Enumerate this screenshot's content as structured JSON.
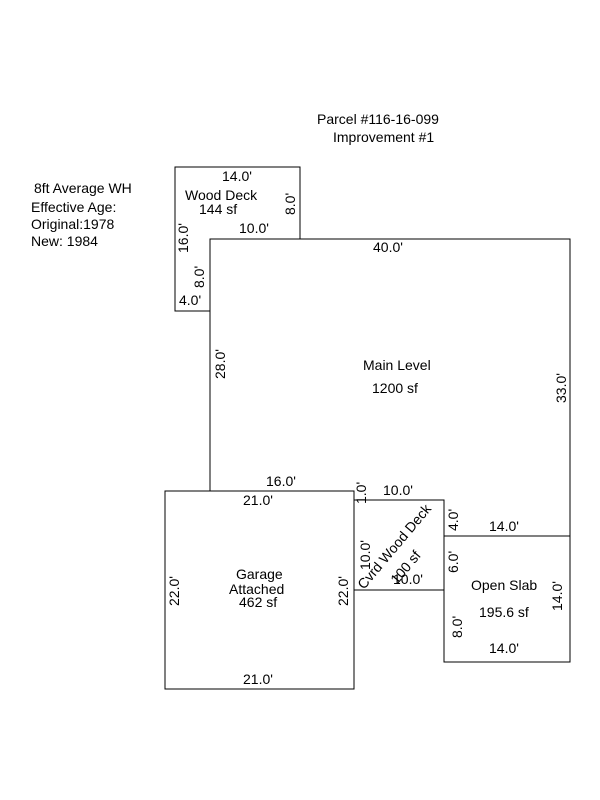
{
  "header": {
    "parcel": "Parcel #116-16-099",
    "improvement": "Improvement #1"
  },
  "notes": {
    "wall_height": "8ft Average WH",
    "effective_age": "Effective Age:",
    "original": "Original:1978",
    "new": "New: 1984"
  },
  "wood_deck": {
    "name": "Wood Deck",
    "area": "144 sf",
    "dim_top": "14.0'",
    "dim_right": "8.0'",
    "dim_right_bottom": "10.0'",
    "dim_left": "16.0'",
    "dim_inner": "8.0'",
    "dim_bottom": "4.0'"
  },
  "main_level": {
    "name": "Main Level",
    "area": "1200 sf",
    "dim_top": "40.0'",
    "dim_left": "28.0'",
    "dim_right": "33.0'",
    "dim_bottom": "16.0'"
  },
  "garage": {
    "name_line1": "Garage",
    "name_line2": "Attached",
    "area": "462 sf",
    "dim_top": "21.0'",
    "dim_bottom": "21.0'",
    "dim_left": "22.0'",
    "dim_right": "22.0'"
  },
  "cvrd_deck": {
    "name": "Cvrd Wood Deck",
    "area": "100 sf",
    "dim_top": "10.0'",
    "dim_bottom": "10.0'",
    "dim_left": "10.0'",
    "dim_small": "1.0'",
    "dim_right": "4.0'"
  },
  "open_slab": {
    "name": "Open Slab",
    "area": "195.6 sf",
    "dim_top": "14.0'",
    "dim_bottom": "14.0'",
    "dim_right": "14.0'",
    "dim_left_upper": "6.0'",
    "dim_left_lower": "8.0'"
  }
}
